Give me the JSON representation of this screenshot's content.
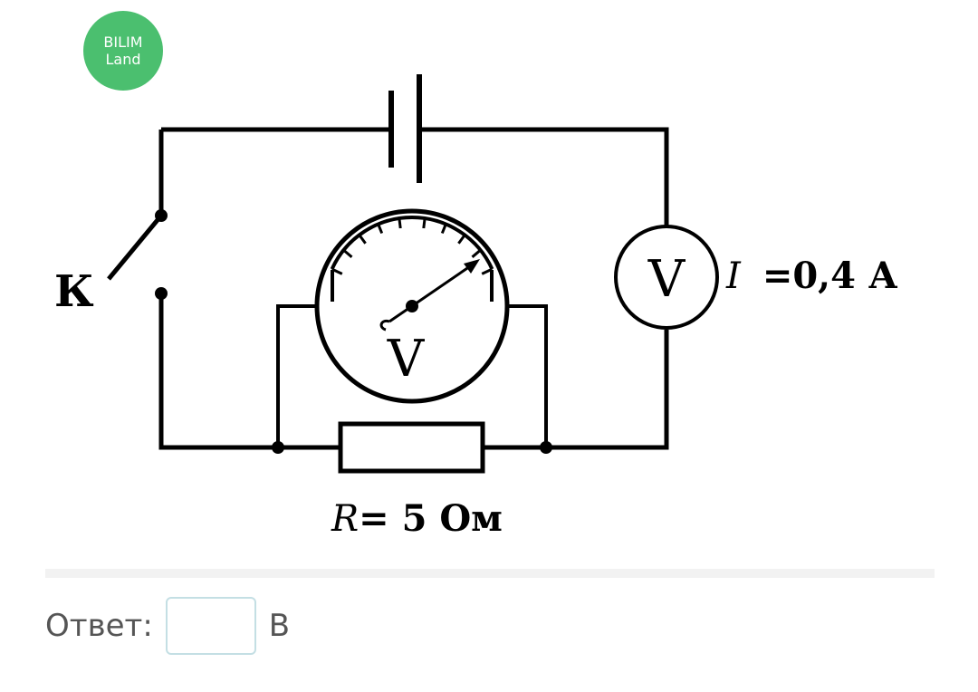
{
  "logo": {
    "line1": "BILIM",
    "line2": "Land"
  },
  "diagram": {
    "switch_label": "К",
    "voltmeter_small_label": "V",
    "voltmeter_large_label": "V",
    "current_symbol": "I",
    "current_value": "=0,4 А",
    "resistor_symbol": "R",
    "resistor_value": "= 5 Ом"
  },
  "answer": {
    "label": "Ответ:",
    "value": "",
    "unit": "В"
  }
}
